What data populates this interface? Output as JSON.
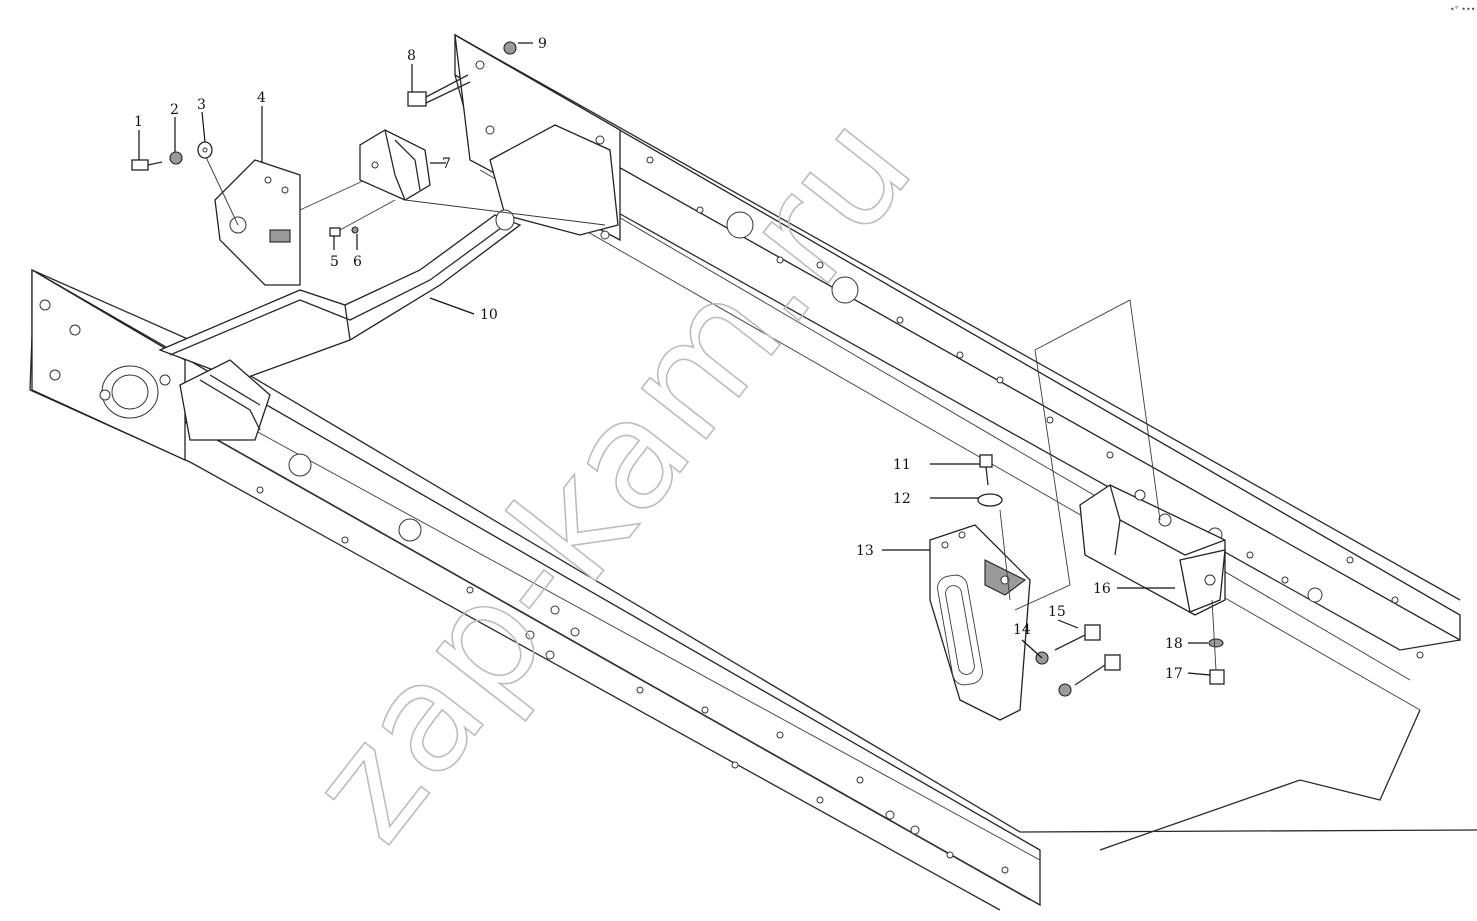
{
  "watermark": "zap-kam.ru",
  "corner_mark": "•° •••",
  "callouts": [
    {
      "id": "c1",
      "label": "1"
    },
    {
      "id": "c2",
      "label": "2"
    },
    {
      "id": "c3",
      "label": "3"
    },
    {
      "id": "c4",
      "label": "4"
    },
    {
      "id": "c5",
      "label": "5"
    },
    {
      "id": "c6",
      "label": "6"
    },
    {
      "id": "c7",
      "label": "7"
    },
    {
      "id": "c8",
      "label": "8"
    },
    {
      "id": "c9",
      "label": "9"
    },
    {
      "id": "c10",
      "label": "10"
    },
    {
      "id": "c11",
      "label": "11"
    },
    {
      "id": "c12",
      "label": "12"
    },
    {
      "id": "c13",
      "label": "13"
    },
    {
      "id": "c14",
      "label": "14"
    },
    {
      "id": "c15",
      "label": "15"
    },
    {
      "id": "c16",
      "label": "16"
    },
    {
      "id": "c17",
      "label": "17"
    },
    {
      "id": "c18",
      "label": "18"
    }
  ]
}
